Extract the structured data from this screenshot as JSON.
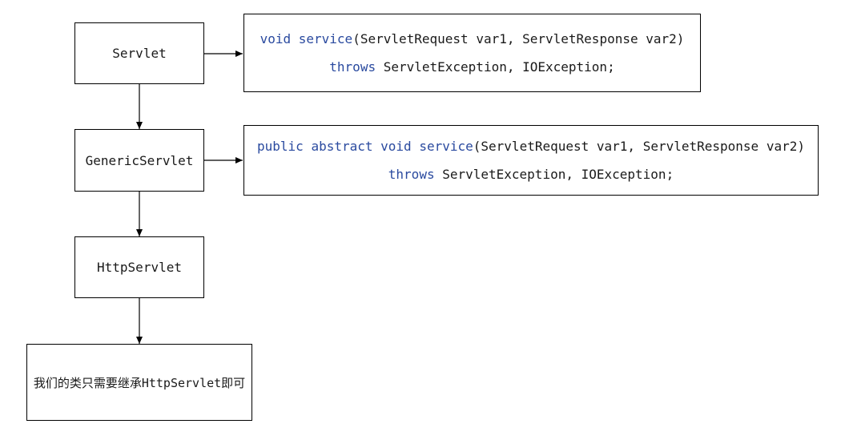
{
  "nodes": {
    "servlet": "Servlet",
    "generic_servlet": "GenericServlet",
    "http_servlet": "HttpServlet",
    "note": "我们的类只需要继承HttpServlet即可"
  },
  "code_servlet": {
    "line1": {
      "kw1": "void",
      "kw2": "service",
      "rest": "(ServletRequest var1, ServletResponse var2)"
    },
    "line2": {
      "kw": "throws",
      "rest": " ServletException, IOException;"
    }
  },
  "code_generic": {
    "line1": {
      "kw1": "public",
      "kw2": "abstract",
      "kw3": "void",
      "kw4": "service",
      "rest": "(ServletRequest var1, ServletResponse var2)"
    },
    "line2": {
      "kw": "throws",
      "rest": " ServletException, IOException;"
    }
  },
  "colors": {
    "keyword": "#2a4a9f",
    "stroke": "#000000"
  }
}
